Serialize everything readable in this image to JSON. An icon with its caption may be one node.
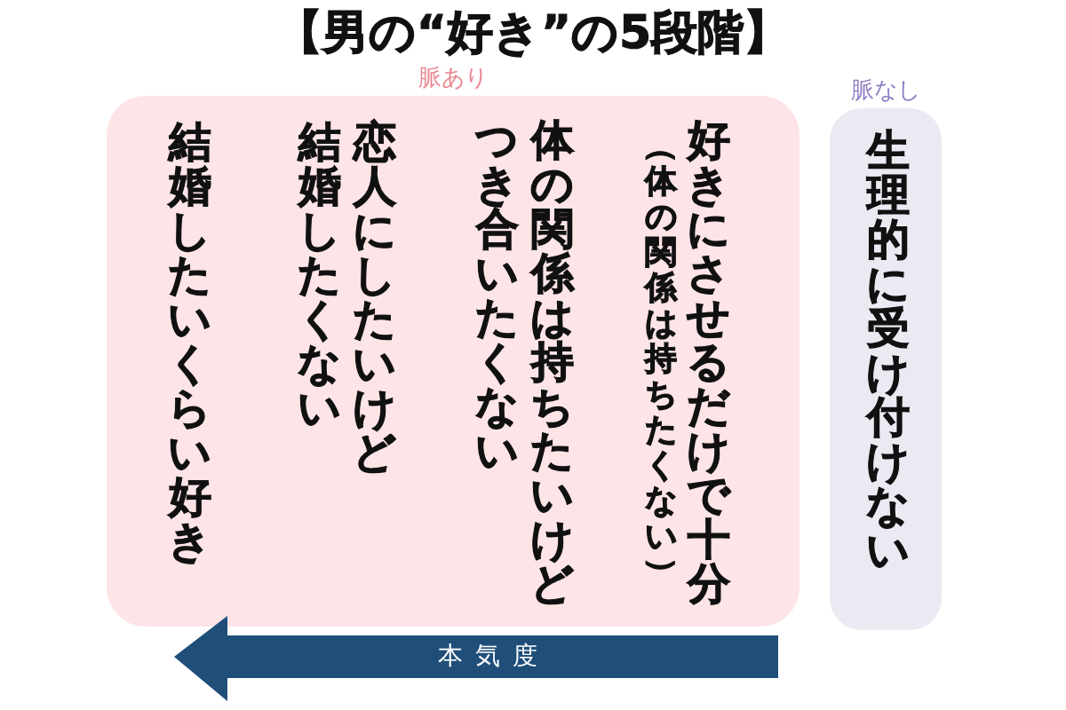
{
  "diagram": {
    "title": "【男の“好き”の5段階】",
    "nodes": [
      {
        "text": [
          "脈なし",
          "生理的に受け付けない"
        ]
      },
      {
        "text": [
          "脈あり",
          "好きにさせるだけで十分",
          "（体の関係は持ちたくない）",
          "体の関係は持ちたいけどつき合いたくない",
          "恋人にしたいけど結婚したくない",
          "結婚したいくらい好き"
        ]
      }
    ],
    "labels": [
      "本気度"
    ]
  }
}
